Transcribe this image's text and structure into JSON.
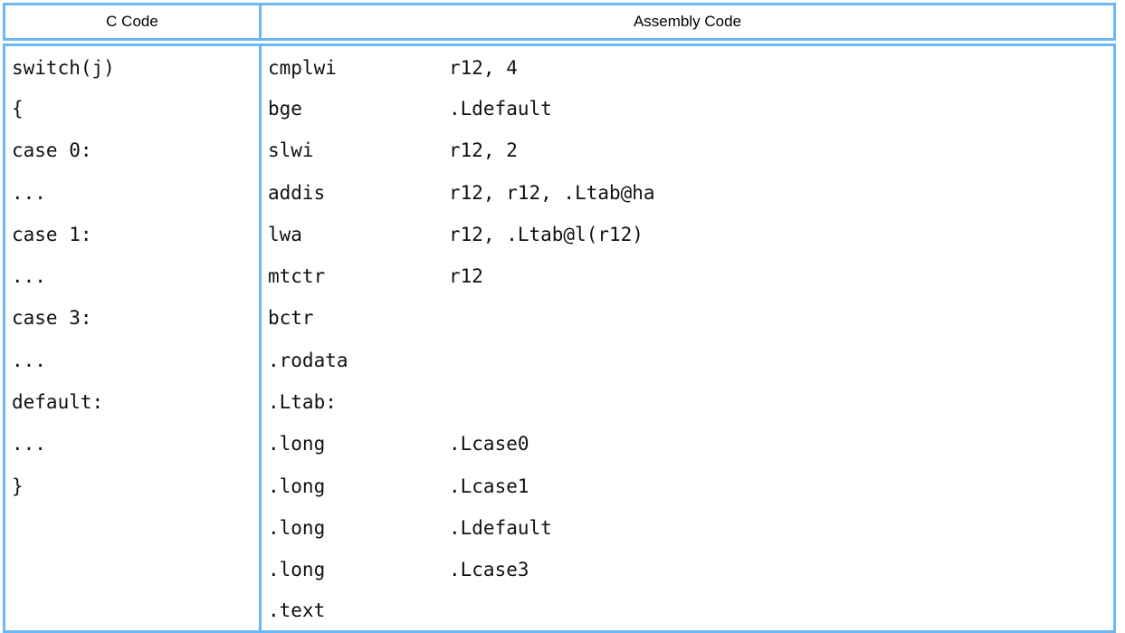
{
  "table": {
    "headers": {
      "c_code": "C Code",
      "assembly_code": "Assembly Code"
    },
    "colors": {
      "border": "#6cb8f5",
      "text": "#111111",
      "header_text": "#000000",
      "background": "#ffffff"
    },
    "rows": [
      {
        "c": "switch(j)",
        "mnemonic": "cmplwi",
        "operand": "r12, 4"
      },
      {
        "c": "{",
        "mnemonic": "bge",
        "operand": ".Ldefault"
      },
      {
        "c": "case 0:",
        "mnemonic": "slwi",
        "operand": "r12, 2"
      },
      {
        "c": "...",
        "mnemonic": "addis",
        "operand": "r12, r12, .Ltab@ha"
      },
      {
        "c": "case 1:",
        "mnemonic": "lwa",
        "operand": "r12, .Ltab@l(r12)"
      },
      {
        "c": "...",
        "mnemonic": "mtctr",
        "operand": "r12"
      },
      {
        "c": "case 3:",
        "mnemonic": "bctr",
        "operand": ""
      },
      {
        "c": "...",
        "mnemonic": ".rodata",
        "operand": ""
      },
      {
        "c": "default:",
        "mnemonic": ".Ltab:",
        "operand": ""
      },
      {
        "c": "...",
        "mnemonic": ".long",
        "operand": ".Lcase0"
      },
      {
        "c": "}",
        "mnemonic": ".long",
        "operand": ".Lcase1"
      },
      {
        "c": "",
        "mnemonic": ".long",
        "operand": ".Ldefault"
      },
      {
        "c": "",
        "mnemonic": ".long",
        "operand": ".Lcase3"
      },
      {
        "c": "",
        "mnemonic": ".text",
        "operand": ""
      }
    ]
  }
}
